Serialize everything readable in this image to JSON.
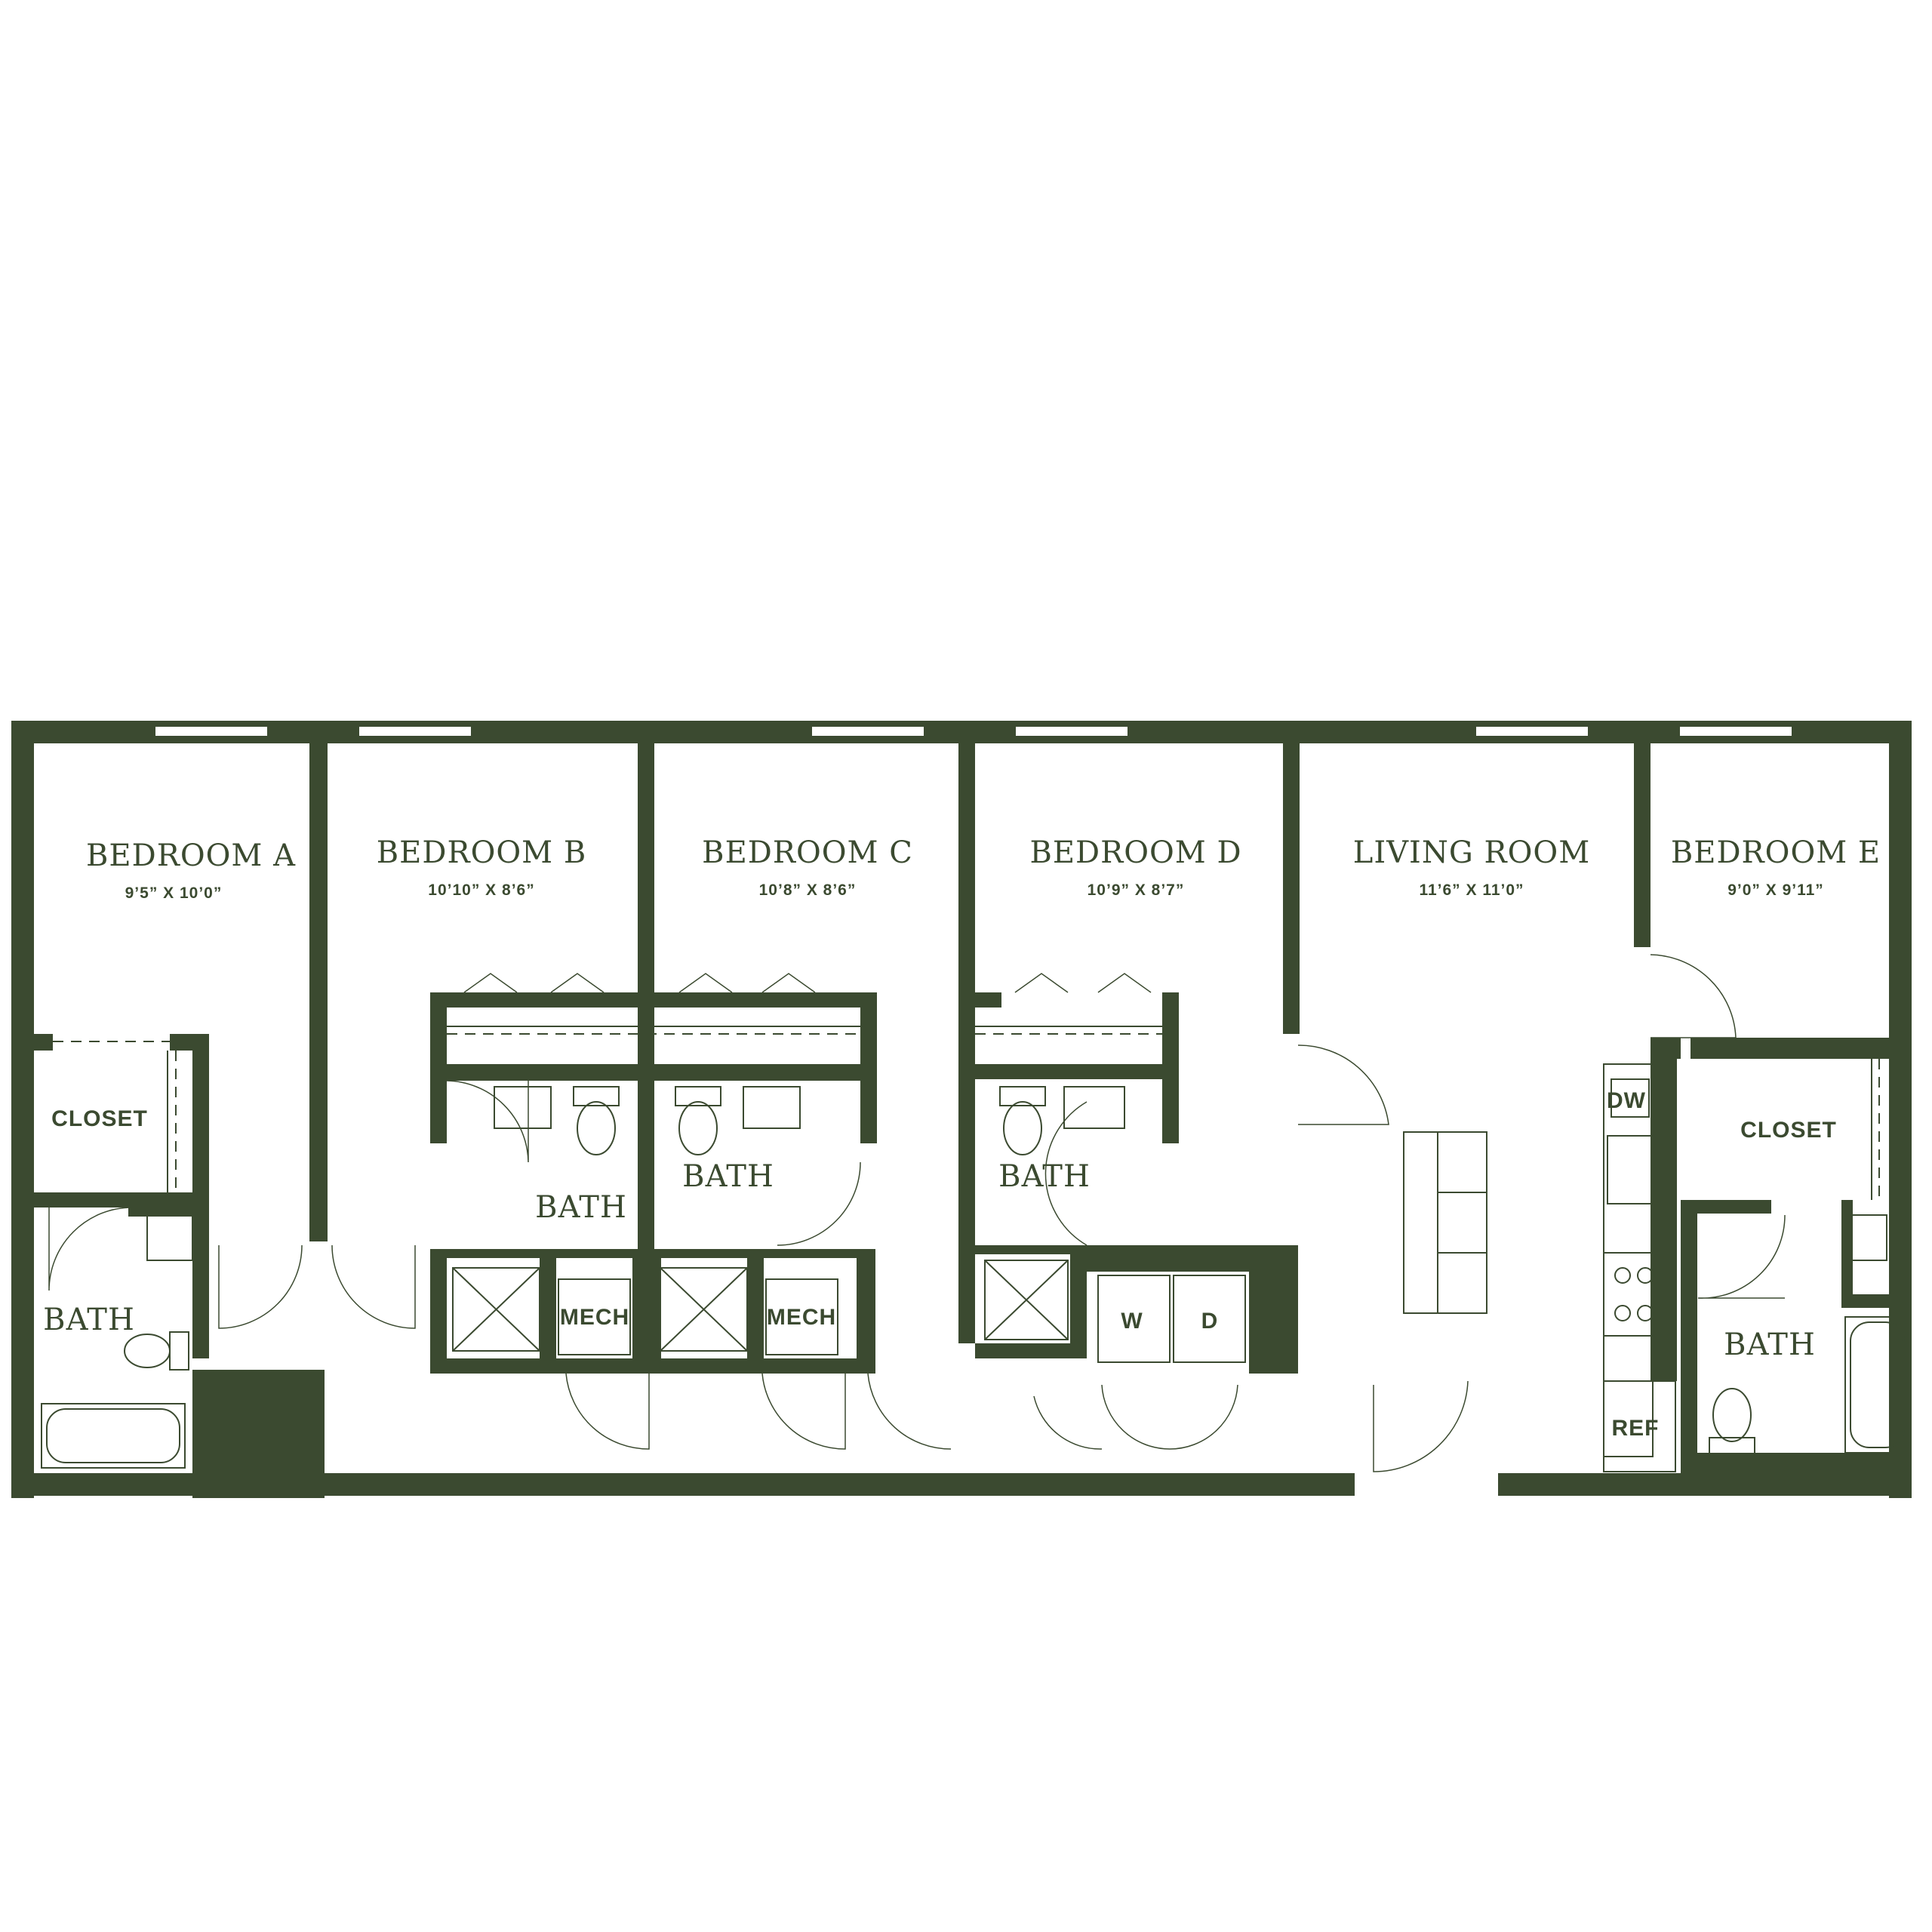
{
  "rooms": {
    "bedroom_a": {
      "name": "BEDROOM A",
      "dims": "9’5” X 10’0”"
    },
    "bedroom_b": {
      "name": "BEDROOM B",
      "dims": "10’10” X 8’6”"
    },
    "bedroom_c": {
      "name": "BEDROOM C",
      "dims": "10’8” X 8’6”"
    },
    "bedroom_d": {
      "name": "BEDROOM D",
      "dims": "10’9” X 8’7”"
    },
    "living_room": {
      "name": "LIVING ROOM",
      "dims": "11’6” X 11’0”"
    },
    "bedroom_e": {
      "name": "BEDROOM E",
      "dims": "9’0” X 9’11”"
    }
  },
  "labels": {
    "closet": "CLOSET",
    "bath": "BATH",
    "mech": "MECH",
    "washer": "W",
    "dryer": "D",
    "dishwasher": "DW",
    "refrigerator": "REF"
  },
  "colors": {
    "wall": "#3b4a30",
    "background": "#ffffff"
  }
}
